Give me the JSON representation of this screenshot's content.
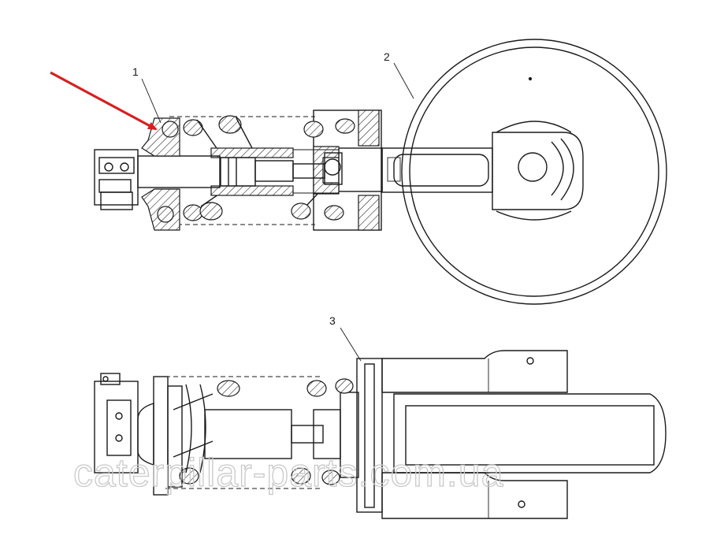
{
  "callouts": [
    {
      "number": "1"
    },
    {
      "number": "2"
    },
    {
      "number": "3"
    }
  ],
  "watermark": "caterpillar-parts.com.ua",
  "colors": {
    "line": "#1a1a1a",
    "arrow": "#d62020",
    "watermark": "#c9c9c9",
    "background": "#ffffff"
  }
}
